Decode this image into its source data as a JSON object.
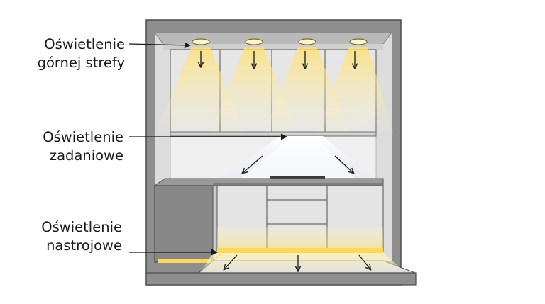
{
  "labels": {
    "upper_zone": {
      "line1": "Oświetlenie",
      "line2": "górnej strefy"
    },
    "task": {
      "line1": "Oświetlenie",
      "line2": "zadaniowe"
    },
    "mood": {
      "line1": "Oświetlenie",
      "line2": "nastrojowe"
    }
  },
  "colors": {
    "wall": "#8e8e8e",
    "cabinet": "#e4e4e4",
    "warm_light": "#ffe58a",
    "cool_light": "#e8f2ff",
    "outline": "#3a3a3a",
    "text": "#1a1a1a"
  },
  "icons": {
    "downlight": "recessed-spotlight",
    "arrow": "down-arrow",
    "pointer": "leader-arrow"
  }
}
